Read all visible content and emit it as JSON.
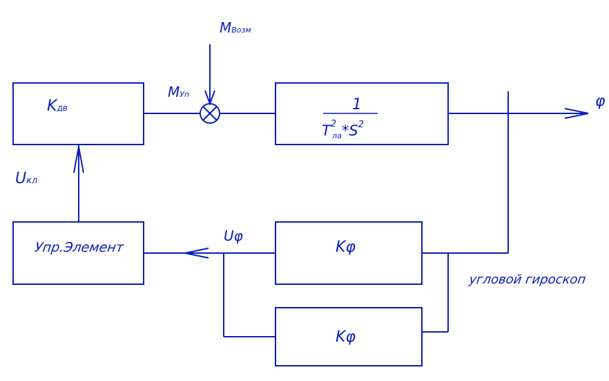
{
  "colors": {
    "ink": "#0a1eb4",
    "background": "#ffffff"
  },
  "diagram": {
    "block_kdv": {
      "main": "K",
      "sub": "дв"
    },
    "block_transfer": {
      "numerator": "1",
      "t": "T",
      "t_sub": "ла",
      "t_sup": "2",
      "mult": "*S",
      "s_sup": "2"
    },
    "block_control": {
      "label": "Упр.Элемент"
    },
    "block_kphi_top": {
      "main": "K",
      "sub": "φ"
    },
    "block_kphi_bottom": {
      "main": "K",
      "sub": "φ"
    },
    "signal_m_vozm": {
      "main": "M",
      "sub": "Возм"
    },
    "signal_m_up": {
      "main": "M",
      "sub": "Уп"
    },
    "signal_u_kl": {
      "main": "U",
      "sub": "кл"
    },
    "signal_u_phi": {
      "main": "U",
      "sub": "φ"
    },
    "output_phi": "φ",
    "gyroscope_label": "угловой гироскоп"
  }
}
